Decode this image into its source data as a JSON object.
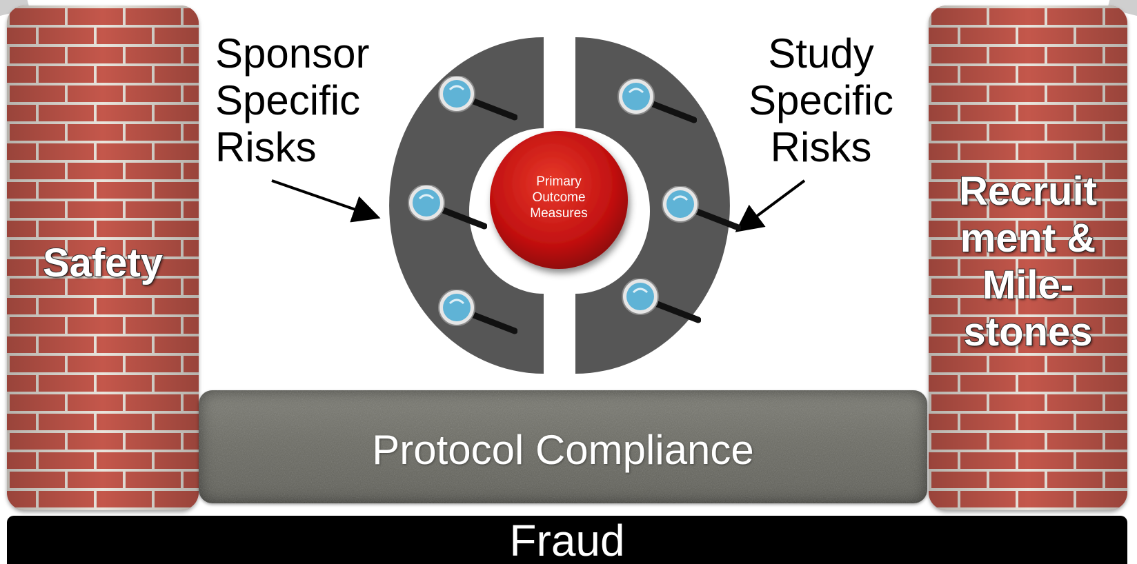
{
  "pillars": {
    "left": {
      "label": "Safety"
    },
    "right": {
      "label": "Recruit\nment &\nMile-\nstones"
    }
  },
  "foundation": {
    "label": "Protocol Compliance"
  },
  "base": {
    "label": "Fraud"
  },
  "captions": {
    "left": "Sponsor\nSpecific\nRisks",
    "right": "Study\nSpecific\nRisks"
  },
  "core": {
    "label": "Primary\nOutcome\nMeasures"
  },
  "colors": {
    "brick": "#c4574b",
    "mortar": "#e9e4dc",
    "ring": "#555555",
    "core": "#cc1111",
    "lens": "#5fb3d6",
    "fraud": "#000000"
  },
  "icons": [
    "magnifier-icon",
    "arrow-icon"
  ]
}
